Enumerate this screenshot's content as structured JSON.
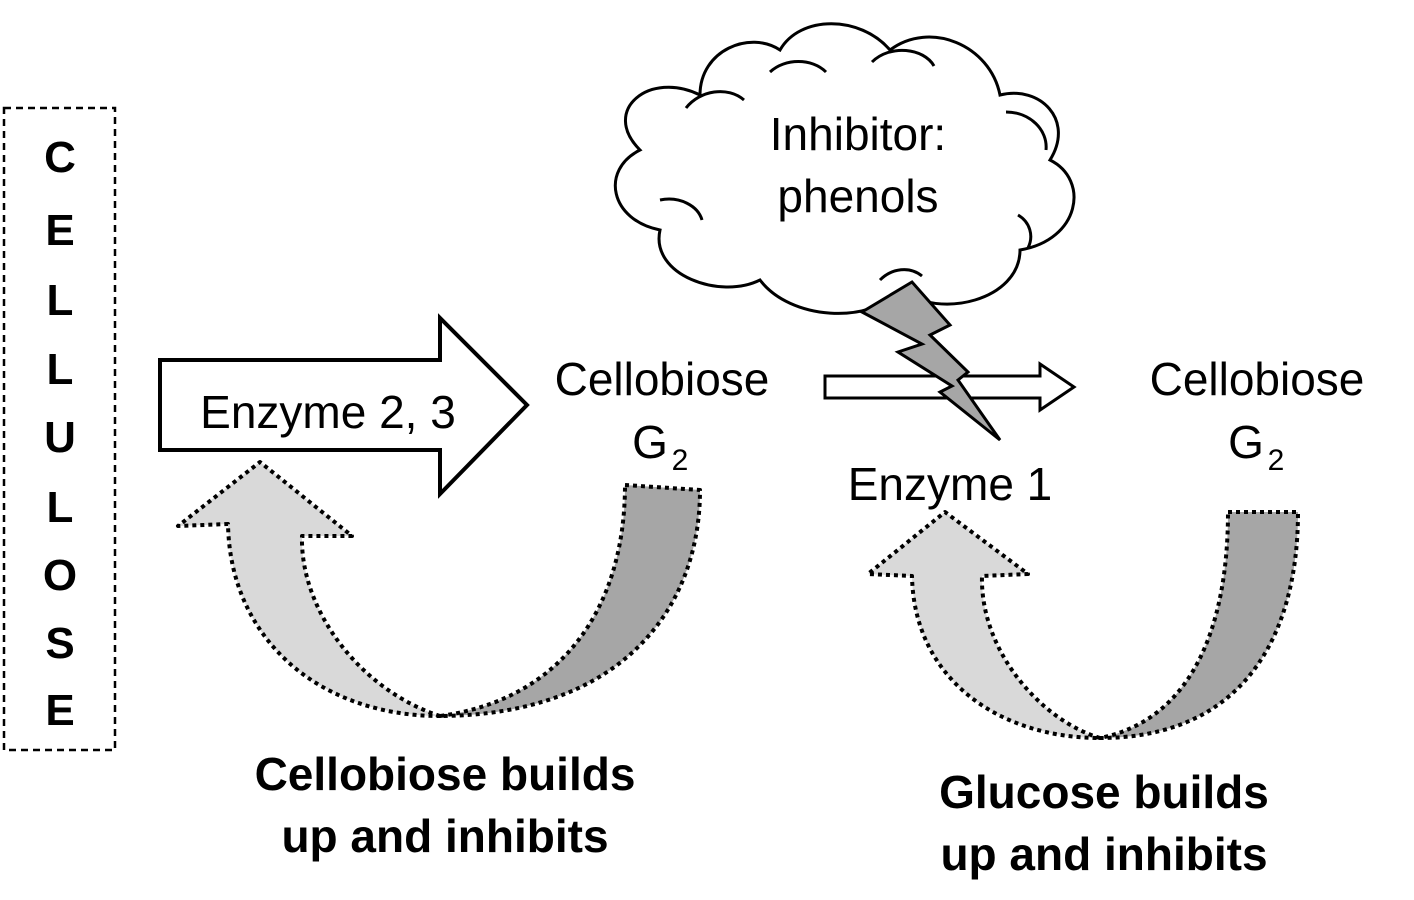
{
  "cellulose_letters": [
    "C",
    "E",
    "L",
    "L",
    "U",
    "L",
    "O",
    "S",
    "E"
  ],
  "enzyme_2_3_label": "Enzyme 2, 3",
  "cellobiose_left": {
    "name": "Cellobiose",
    "symbol": "G",
    "subscript": "2"
  },
  "inhibitor": {
    "line1": "Inhibitor:",
    "line2": "phenols"
  },
  "enzyme_1_label": "Enzyme 1",
  "cellobiose_right": {
    "name": "Cellobiose",
    "symbol": "G",
    "subscript": "2"
  },
  "feedback_left": {
    "line1": "Cellobiose builds",
    "line2": "up and inhibits"
  },
  "feedback_right": {
    "line1": "Glucose builds",
    "line2": "up and inhibits"
  },
  "colors": {
    "outline": "#000000",
    "light_arrow_fill": "#d9d9d9",
    "dark_arrow_fill": "#a6a6a6",
    "lightning_fill": "#a6a6a6",
    "background": "#ffffff"
  }
}
